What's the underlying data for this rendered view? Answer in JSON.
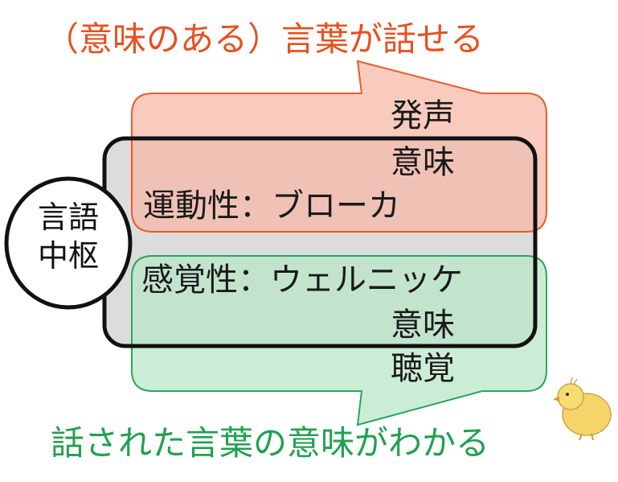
{
  "titles": {
    "top": "（意味のある）言葉が話せる",
    "bottom": "話された言葉の意味がわかる"
  },
  "center": {
    "line1": "言語",
    "line2": "中枢"
  },
  "motor": {
    "item1": "発声",
    "item2": "意味",
    "main": "運動性：ブローカ"
  },
  "sensory": {
    "main": "感覚性：ウェルニッケ",
    "item1": "意味",
    "item2": "聴覚"
  },
  "colors": {
    "motor_text": "#e8501f",
    "sensory_text": "#22a050",
    "motor_fill": "#f7b9a8",
    "sensory_fill": "#b9e7c8",
    "gray_fill": "#dcdcdc"
  }
}
